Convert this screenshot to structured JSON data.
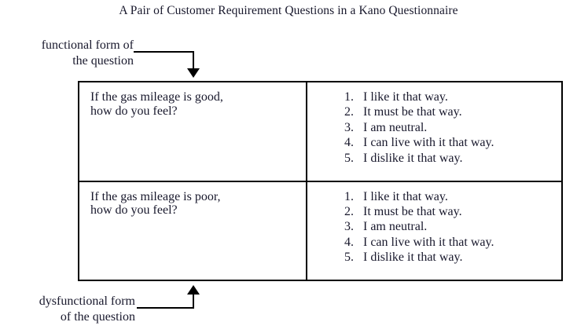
{
  "figure": {
    "title": "A Pair of Customer Requirement Questions in a Kano Questionnaire"
  },
  "callouts": {
    "functional": {
      "line_1": "functional form of",
      "line_2": "the question",
      "arrow": "arrow-down-icon"
    },
    "dysfunctional": {
      "line_1": "dysfunctional form",
      "line_2": "of the question",
      "arrow": "arrow-up-icon"
    }
  },
  "table": {
    "rows": [
      {
        "question": {
          "line_1": "If the gas mileage is good,",
          "line_2": "how do you feel?"
        },
        "answers": [
          {
            "num": "1.",
            "text": "I like it that way."
          },
          {
            "num": "2.",
            "text": "It must be that way."
          },
          {
            "num": "3.",
            "text": "I am neutral."
          },
          {
            "num": "4.",
            "text": "I can live with it that way."
          },
          {
            "num": "5.",
            "text": "I dislike it that way."
          }
        ]
      },
      {
        "question": {
          "line_1": "If the gas mileage is poor,",
          "line_2": "how do you feel?"
        },
        "answers": [
          {
            "num": "1.",
            "text": "I like it that way."
          },
          {
            "num": "2.",
            "text": "It must be that way."
          },
          {
            "num": "3.",
            "text": "I am neutral."
          },
          {
            "num": "4.",
            "text": "I can live with it that way."
          },
          {
            "num": "5.",
            "text": "I dislike it that way."
          }
        ]
      }
    ]
  },
  "colors": {
    "background": "#ffffff",
    "text": "#18182c",
    "border": "#000000"
  }
}
